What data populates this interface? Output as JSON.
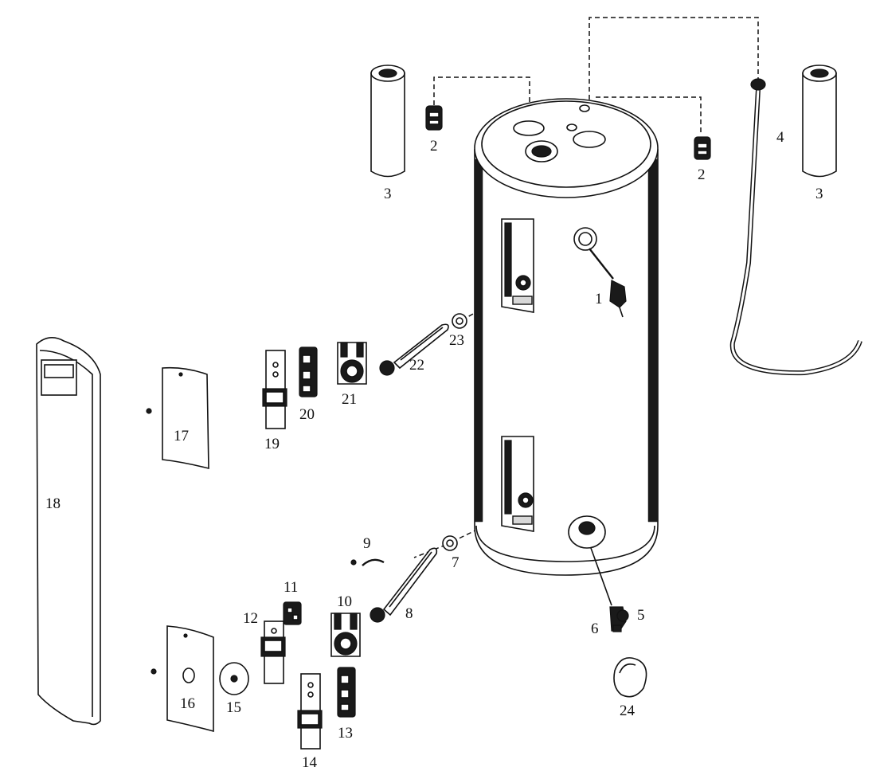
{
  "callouts": {
    "c1": "1",
    "c2a": "2",
    "c2b": "2",
    "c3a": "3",
    "c3b": "3",
    "c4": "4",
    "c5": "5",
    "c6": "6",
    "c7": "7",
    "c8": "8",
    "c9": "9",
    "c10": "10",
    "c11": "11",
    "c12": "12",
    "c13": "13",
    "c14": "14",
    "c15": "15",
    "c16": "16",
    "c17": "17",
    "c18": "18",
    "c19": "19",
    "c20": "20",
    "c21": "21",
    "c22": "22",
    "c23": "23",
    "c24": "24"
  }
}
